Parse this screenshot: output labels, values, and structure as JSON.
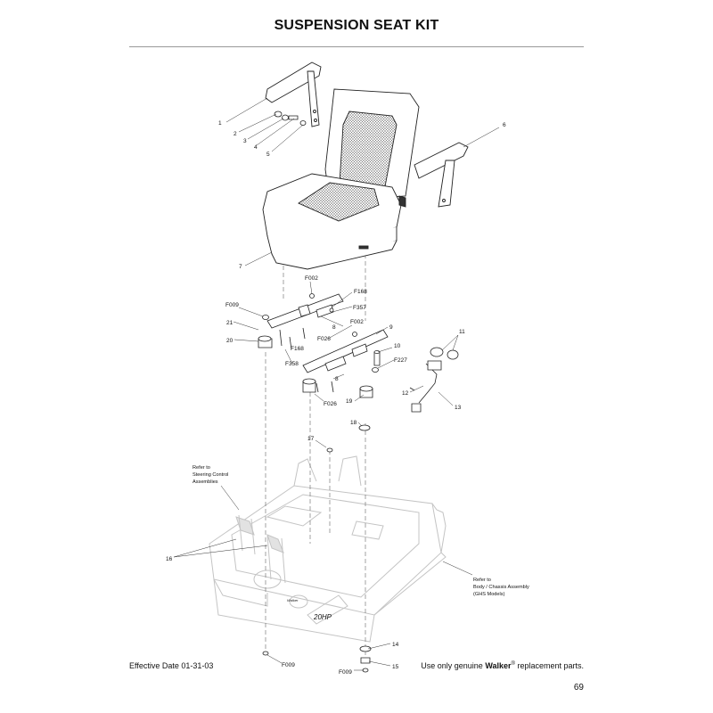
{
  "title": "SUSPENSION SEAT KIT",
  "footer": {
    "effective_date": "Effective Date 01-31-03",
    "tagline_prefix": "Use only genuine",
    "brand": "Walker",
    "registered_mark": "®",
    "tagline_suffix": "replacement parts.",
    "page_number": "69"
  },
  "notes": {
    "steering_1": "Refer to",
    "steering_2": "Steering Control",
    "steering_3": "Assemblies",
    "body_1": "Refer to",
    "body_2": "Body / Chassis Assembly",
    "body_3": "(GHS Models)",
    "decal_model": "20HP"
  },
  "callouts": {
    "c1": "1",
    "c2": "2",
    "c3": "3",
    "c4": "4",
    "c5": "5",
    "c6": "6",
    "c7": "7",
    "c8a": "8",
    "c8b": "8",
    "c9": "9",
    "c10": "10",
    "c11": "11",
    "c12": "12",
    "c13": "13",
    "c14": "14",
    "c15": "15",
    "c16": "16",
    "c17": "17",
    "c18": "18",
    "c19": "19",
    "c20": "20",
    "c21": "21",
    "f002a": "F002",
    "f002b": "F002",
    "f009a": "F009",
    "f009b": "F009",
    "f009c": "F009",
    "f026a": "F026",
    "f026b": "F026",
    "f168a": "F168",
    "f168b": "F168",
    "f227": "F227",
    "f357": "F357",
    "f358": "F358"
  }
}
